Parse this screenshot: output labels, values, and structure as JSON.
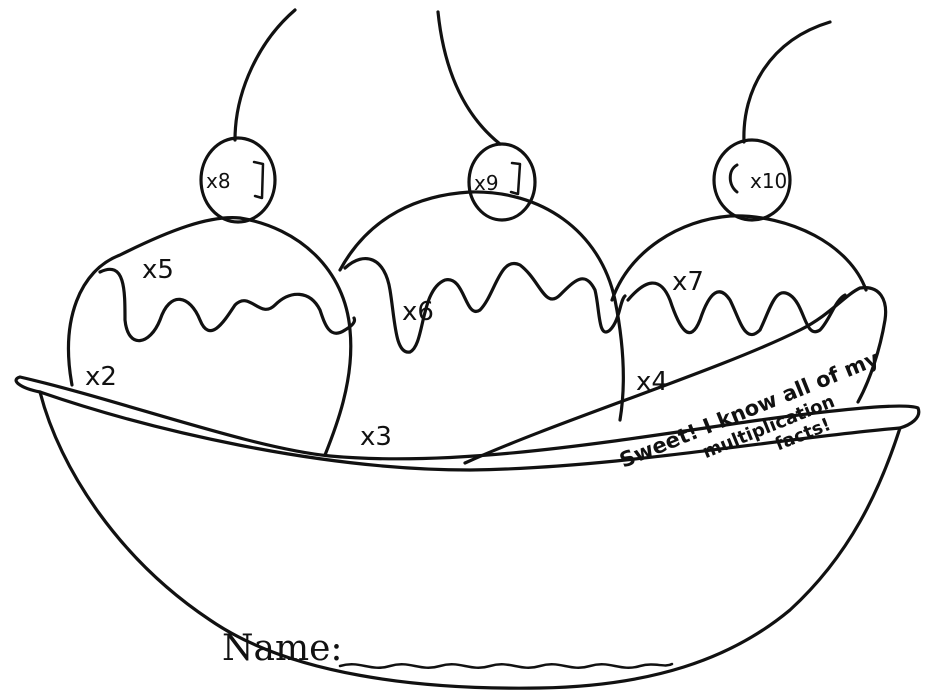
{
  "labels": {
    "scoop_left_top": "x5",
    "scoop_left_side": "x2",
    "scoop_mid_top": "x6",
    "scoop_mid_bottom": "x3",
    "scoop_right_top": "x7",
    "scoop_right_side": "x4",
    "cherry_left": "x8",
    "cherry_mid": "x9",
    "cherry_right": "x10"
  },
  "banana": {
    "line1": "Sweet! I know all of my",
    "line2": "multiplication",
    "line3": "facts!"
  },
  "name_label": "Name:",
  "colors": {
    "ink": "#111111",
    "paper": "#ffffff"
  }
}
